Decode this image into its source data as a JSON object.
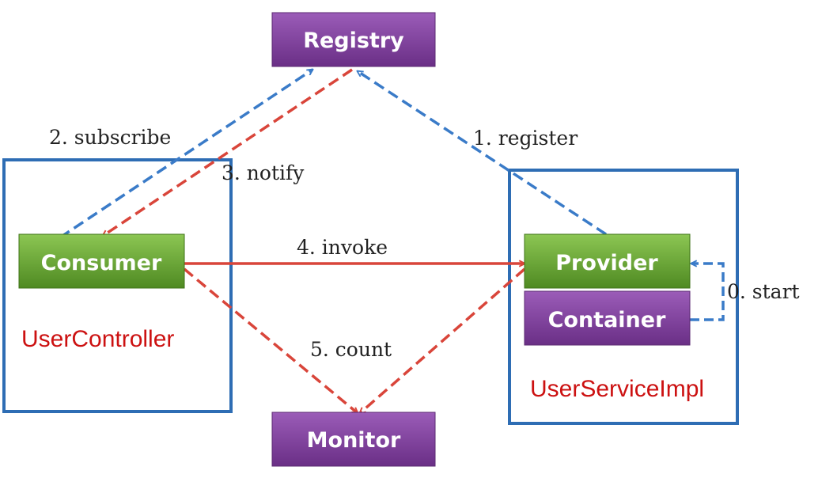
{
  "nodes": {
    "registry": "Registry",
    "consumer": "Consumer",
    "provider": "Provider",
    "container": "Container",
    "monitor": "Monitor"
  },
  "groups": {
    "consumer_group": "UserController",
    "provider_group": "UserServiceImpl"
  },
  "edges": {
    "register": "1. register",
    "subscribe": "2. subscribe",
    "notify": "3. notify",
    "invoke": "4. invoke",
    "count": "5. count",
    "start": "0. start"
  },
  "colors": {
    "purple_node": "#7d3f98",
    "green_node": "#6aa43a",
    "group_border": "#2e6db4",
    "blue_dash": "#3a7bc8",
    "red_line": "#d9453a",
    "group_text": "#cc1111"
  }
}
